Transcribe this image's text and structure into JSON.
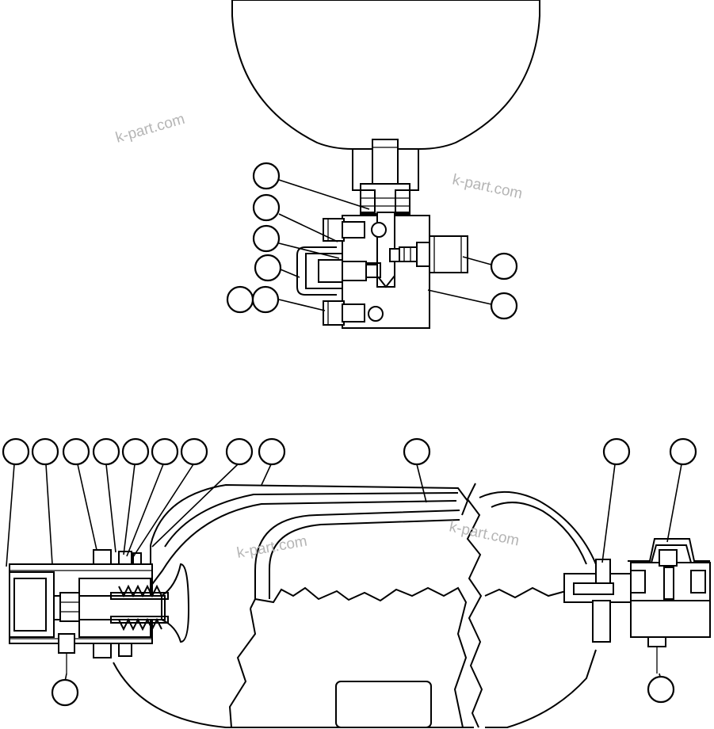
{
  "watermark": {
    "text_1": "k-part.com",
    "text_2": "k-part.com",
    "text_3": "k-part.com"
  },
  "figure": {
    "top_view": {
      "callout_count": 8
    },
    "bottom_view": {
      "callout_count": 14
    }
  },
  "colors": {
    "line": "#000000",
    "background": "#ffffff",
    "watermark": "#b5b5b5"
  }
}
